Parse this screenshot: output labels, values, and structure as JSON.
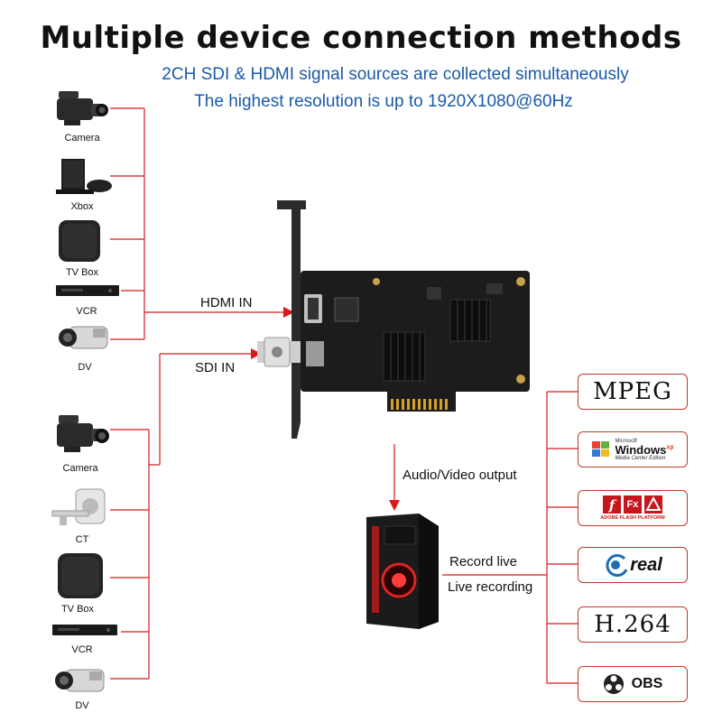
{
  "title": "Multiple device connection methods",
  "subtitle1": "2CH  SDI & HDMI signal sources are collected simultaneously",
  "subtitle2": "The highest resolution is up to 1920X1080@60Hz",
  "hdmi_devices": [
    {
      "label": "Camera",
      "icon": "camcorder-icon"
    },
    {
      "label": "Xbox",
      "icon": "game-console-icon"
    },
    {
      "label": "TV Box",
      "icon": "tv-box-icon"
    },
    {
      "label": "VCR",
      "icon": "vcr-icon"
    },
    {
      "label": "DV",
      "icon": "handycam-icon"
    }
  ],
  "sdi_devices": [
    {
      "label": "Camera",
      "icon": "camcorder-icon"
    },
    {
      "label": "CT",
      "icon": "ct-scanner-icon"
    },
    {
      "label": "TV Box",
      "icon": "tv-box-icon"
    },
    {
      "label": "VCR",
      "icon": "vcr-icon"
    },
    {
      "label": "DV",
      "icon": "handycam-icon"
    }
  ],
  "hdmi_in": "HDMI IN",
  "sdi_in": "SDI IN",
  "av_output": "Audio/Video output",
  "record_live": "Record live",
  "live_recording": "Live recording",
  "formats": {
    "mpeg": "MPEG",
    "windows_small": "Microsoft",
    "windows_main": "Windows",
    "windows_xp": "xp",
    "windows_sub": "Media Center Edition",
    "flash_fx": "Fx",
    "flash_sub": "ADOBE FLASH PLATFORM",
    "real": "real",
    "h264": "H.264",
    "obs": "OBS"
  },
  "colors": {
    "wire": "#d7191c",
    "subtitle": "#1a5aa8",
    "board": "#1c1c1c"
  }
}
